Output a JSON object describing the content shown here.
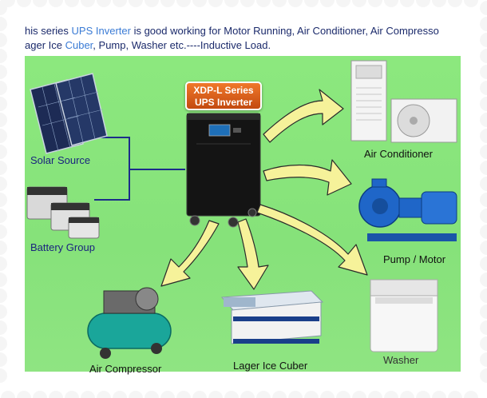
{
  "caption": {
    "line1_a": "his series ",
    "line1_hl": "UPS Inverter",
    "line1_b": " is good working for Motor Running, Air Conditioner, Air Compresso",
    "line2_a": "ager Ice ",
    "line2_hl": "Cuber",
    "line2_b": ", Pump, Washer etc.----Inductive Load."
  },
  "inverter": {
    "line1": "XDP-L Series",
    "line2": "UPS Inverter"
  },
  "labels": {
    "solar": "Solar Source",
    "battery": "Battery Group",
    "air_conditioner": "Air Conditioner",
    "pump": "Pump / Motor",
    "washer": "Washer",
    "ice_cuber": "Lager Ice Cuber",
    "air_compressor": "Air Compressor"
  },
  "colors": {
    "background": "#86e27a",
    "arrow_fill": "#f6f29a",
    "label_text": "#1a237e",
    "badge": "#e0621c"
  }
}
